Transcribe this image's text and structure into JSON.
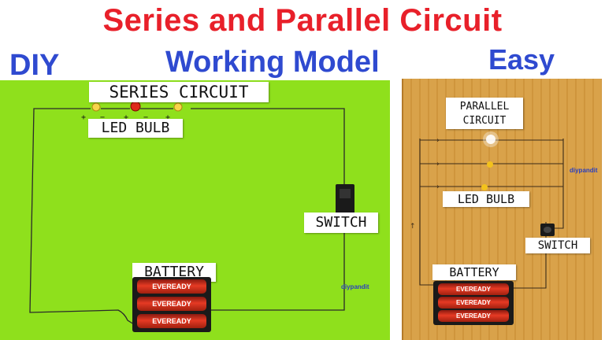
{
  "title": "Series and Parallel Circuit",
  "tags": {
    "left": "DIY",
    "middle": "Working Model",
    "right": "Easy"
  },
  "series_board": {
    "title_label": "SERIES CIRCUIT",
    "led_label": "LED BULB",
    "switch_label": "SWITCH",
    "battery_label": "BATTERY",
    "watermark": "diypandit",
    "battery_brand": "EVEREADY"
  },
  "parallel_board": {
    "title_label_line1": "PARALLEL",
    "title_label_line2": "CIRCUIT",
    "led_label": "LED BULB",
    "switch_label": "SWITCH",
    "battery_label": "BATTERY",
    "watermark": "diypandit",
    "battery_brand": "EVEREADY"
  },
  "colors": {
    "headline": "#e8202a",
    "tags": "#2f4ad0",
    "series_board": "#8fe01c",
    "parallel_board": "#d9a24a"
  }
}
